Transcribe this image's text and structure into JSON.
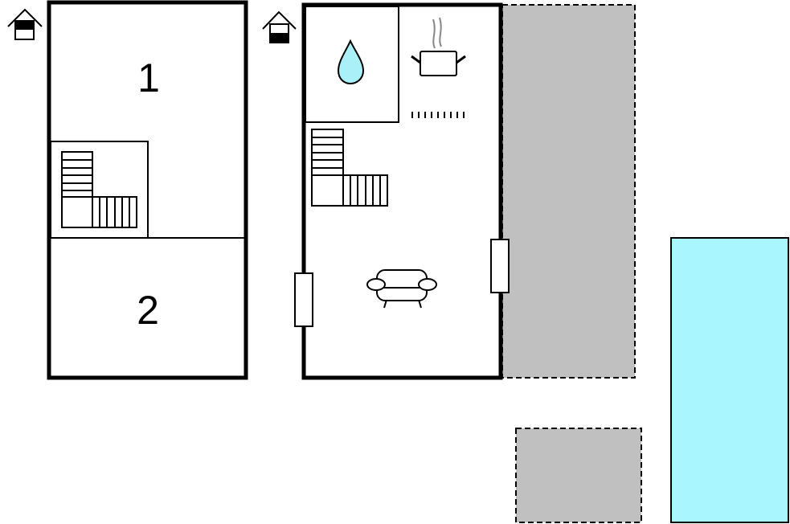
{
  "floors": [
    {
      "name": "upper-floor",
      "icon": "house-upper-floor-icon",
      "rooms": [
        {
          "label": "1"
        },
        {
          "label": "2"
        }
      ]
    },
    {
      "name": "ground-floor",
      "icon": "house-ground-floor-icon",
      "features": [
        "bathroom-water-drop-icon",
        "kitchen-pot-icon",
        "stove-hob-icon",
        "staircase-icon",
        "sofa-icon",
        "window-icon"
      ]
    }
  ],
  "outdoor": {
    "terrace": "terrace-area",
    "parking": "parking-area",
    "pool": "swimming-pool"
  },
  "colors": {
    "pool": "#aaf6ff",
    "drop": "#aaf0f8",
    "terrace": "#c0c0c0",
    "wall": "#000000",
    "steam": "#888888"
  }
}
